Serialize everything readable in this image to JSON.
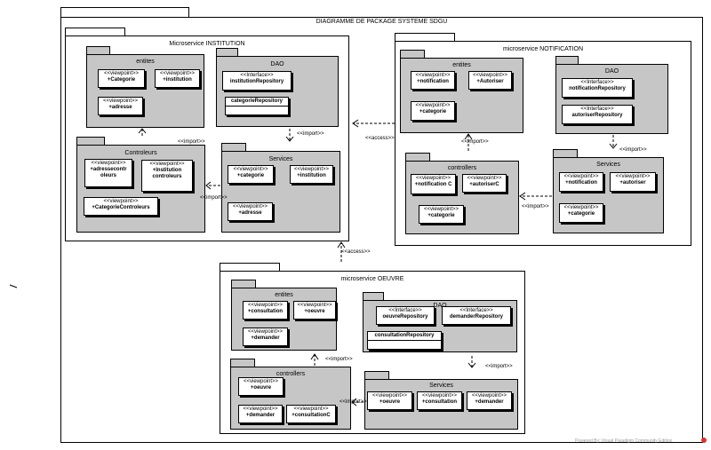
{
  "diagram_title": "DIAGRAMME DE PACKAGE SYSTEME SDGU",
  "stereotypes": {
    "viewpoint": "<<viewpoint>>",
    "interface": "<<Interface>>"
  },
  "relations": {
    "import": "<<import>>",
    "access": "<<access>>"
  },
  "footer": "Powered By::Visual Paradigm Community Edition",
  "institution": {
    "title": "Microservice INSTITUTION",
    "entites": {
      "title": "entites",
      "items": [
        "+Categorie",
        "+institution",
        "+adresse"
      ]
    },
    "dao": {
      "title": "DAO",
      "items": [
        "institutionRepository",
        "categorieRepository"
      ]
    },
    "controleurs": {
      "title": "Controleurs",
      "items": [
        "+adressecontr oleurs",
        "+Institution controleurs",
        "+CategorieControleurs"
      ]
    },
    "services": {
      "title": "Services",
      "items": [
        "+categorie",
        "+institution",
        "+adresse"
      ]
    }
  },
  "notification": {
    "title": "microservice NOTIFICATION",
    "entites": {
      "title": "entites",
      "items": [
        "+notification",
        "+Autoriser",
        "+categorie"
      ]
    },
    "dao": {
      "title": "DAO",
      "items": [
        "notificationRepository",
        "autoriserRepository"
      ]
    },
    "controllers": {
      "title": "controllers",
      "items": [
        "+notification C",
        "+autoriserC",
        "+categorie"
      ]
    },
    "services": {
      "title": "Services",
      "items": [
        "+notification",
        "+autoriser",
        "+categorie"
      ]
    }
  },
  "oeuvre": {
    "title": "microservice OEUVRE",
    "entites": {
      "title": "entites",
      "items": [
        "+consultation",
        "+oeuvre",
        "+demander"
      ]
    },
    "dao": {
      "title": "DAO",
      "items": [
        "oeuvreRepository",
        "demanderRepository",
        "consultationRepository"
      ]
    },
    "controllers": {
      "title": "controllers",
      "items": [
        "+oeuvre",
        "+demander",
        "+consultationC"
      ]
    },
    "services": {
      "title": "Services",
      "items": [
        "+oeuvre",
        "+consultation",
        "+demander"
      ]
    }
  }
}
